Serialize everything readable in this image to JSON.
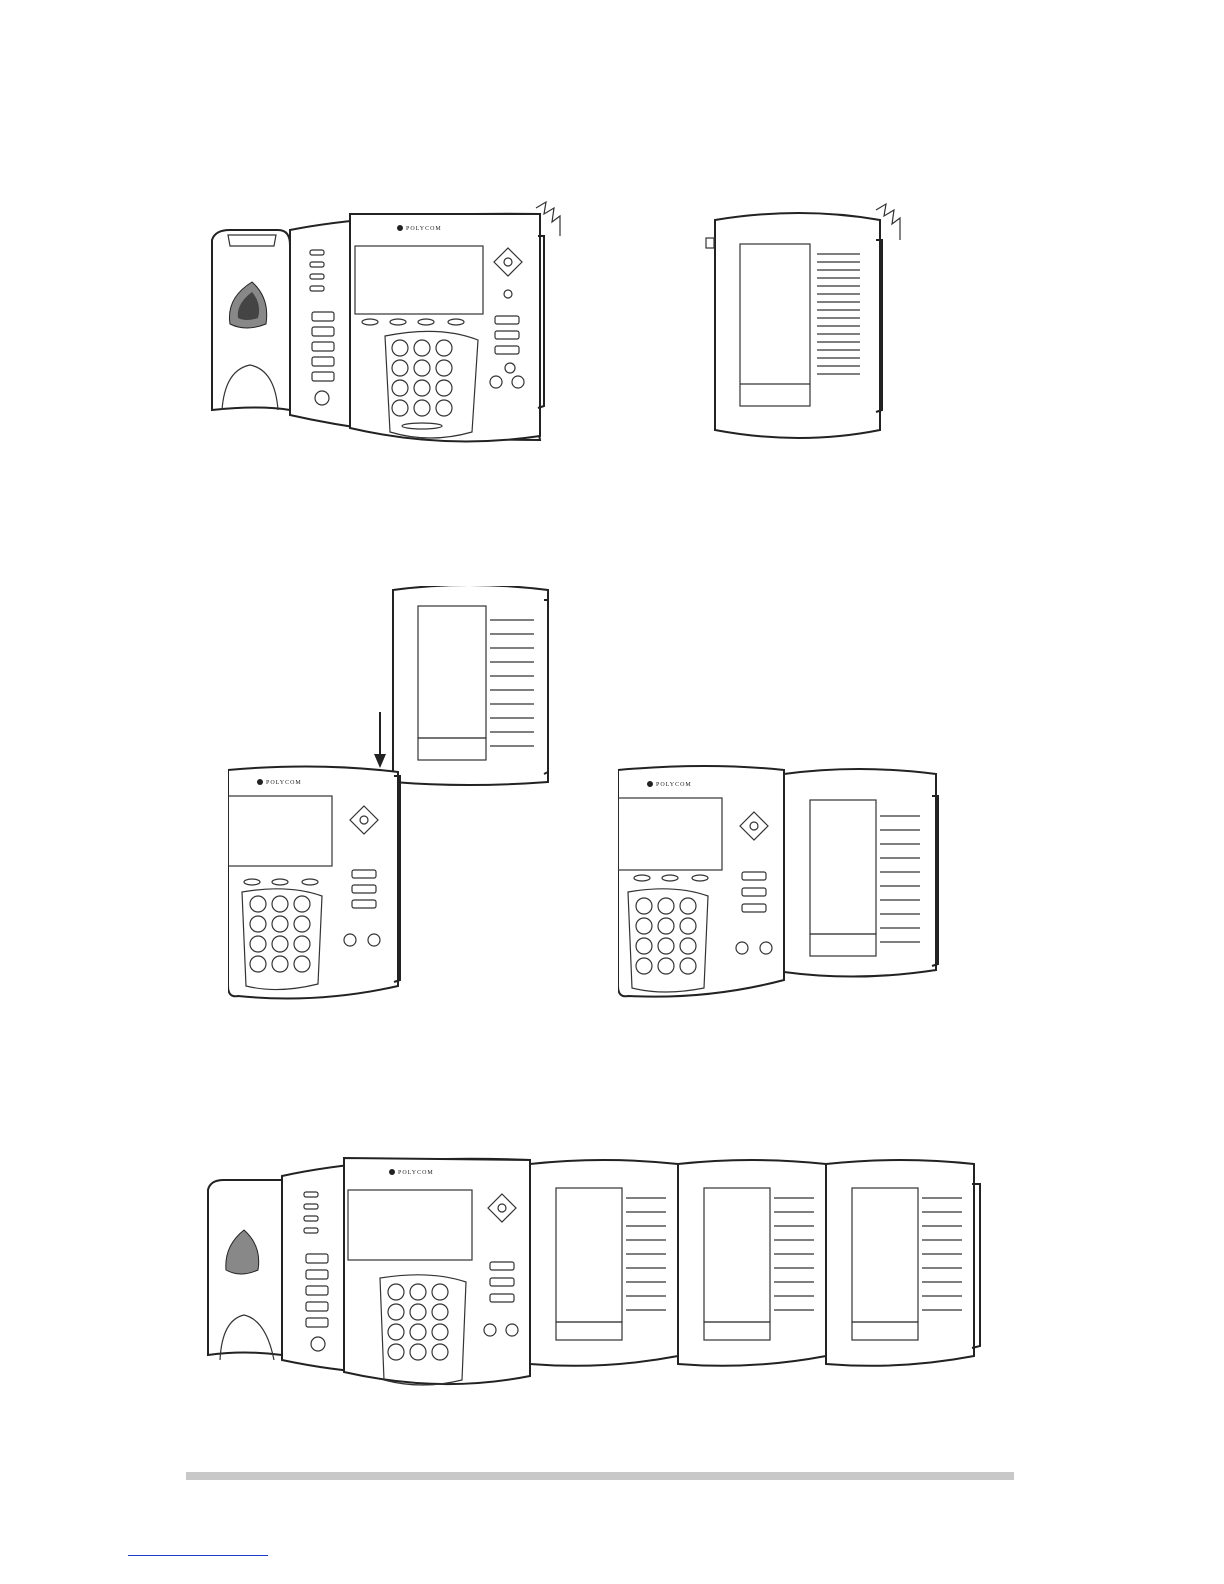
{
  "figures": {
    "fig1": {
      "phone_brand": "POLYCOM"
    },
    "fig2": {
      "phone_brand": "POLYCOM"
    },
    "fig3": {
      "phone_brand": "POLYCOM"
    },
    "fig4": {
      "phone_brand": "POLYCOM"
    }
  },
  "colors": {
    "line": "#222222",
    "rule": "#c8c8c8",
    "link": "#1a3cc8"
  },
  "icons": [
    "polycom-logo-icon",
    "arrow-down-icon",
    "speaker-grille-icon"
  ]
}
